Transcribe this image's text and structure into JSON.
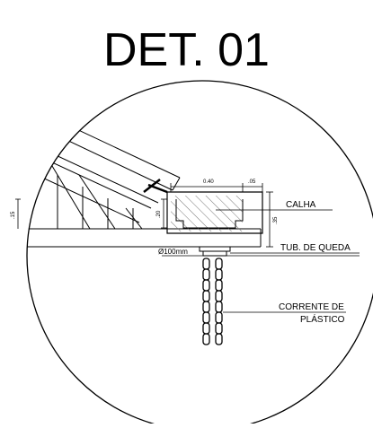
{
  "title": "DET. 01",
  "labels": {
    "calha": "CALHA",
    "tub_queda": "TUB. DE QUEDA",
    "corrente_line1": "CORRENTE DE",
    "corrente_line2": "PLÁSTICO",
    "diameter": "Ø100mm"
  },
  "dimensions": {
    "top_width": "0.40",
    "top_small": ".05",
    "left_height": ".15",
    "inner_height": ".20",
    "right_height": ".35"
  }
}
